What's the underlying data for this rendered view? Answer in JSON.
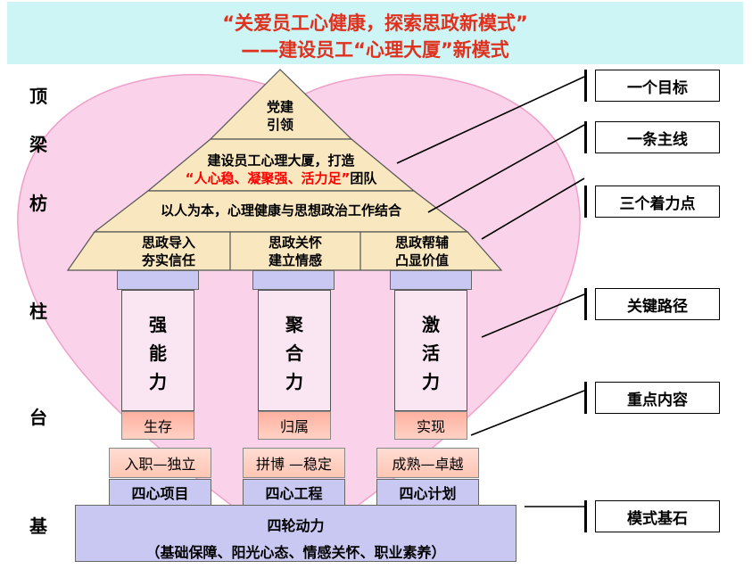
{
  "title": {
    "line1": "“关爱员工心健康，探索思政新模式”",
    "line2": "——建设员工“心理大厦”新模式"
  },
  "side_labels": [
    "顶",
    "梁",
    "枋",
    "柱",
    "台",
    "基"
  ],
  "roof": {
    "apex": [
      "党建",
      "引领"
    ],
    "tier2_line1": "建设员工心理大厦，打造",
    "tier2_red": "“人心稳、凝聚强、活力足”",
    "tier2_tail": "团队",
    "tier3": "以人为本，心理健康与思想政治工作结合",
    "cells": [
      [
        "思政导入",
        "夯实信任"
      ],
      [
        "思政关怀",
        "建立情感"
      ],
      [
        "思政帮辅",
        "凸显价值"
      ]
    ]
  },
  "pillars": [
    {
      "force": [
        "强",
        "能",
        "力"
      ],
      "goal": "生存",
      "stage": "入职—独立",
      "project": "四心项目"
    },
    {
      "force": [
        "聚",
        "合",
        "力"
      ],
      "goal": "归属",
      "stage": "拼博 —稳定",
      "project": "四心工程"
    },
    {
      "force": [
        "激",
        "活",
        "力"
      ],
      "goal": "实现",
      "stage": "成熟—卓越",
      "project": "四心计划"
    }
  ],
  "base": {
    "line1": "四轮动力",
    "line2": "（基础保障、阳光心态、情感关怀、职业素养）"
  },
  "right_labels": [
    "一个目标",
    "一条主线",
    "三个着力点",
    "关键路径",
    "重点内容",
    "模式基石"
  ],
  "colors": {
    "title_band": "#cdf5f5",
    "title_text": "#e0301e",
    "heart": "#fad2ea",
    "roof": "#f8e7bf",
    "capital": "#c9c8f2",
    "shaft": "#fae6f2",
    "highlight_red": "#ff0000"
  }
}
